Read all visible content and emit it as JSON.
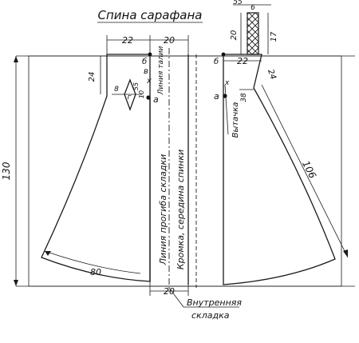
{
  "title": "Спина сарафана",
  "labels": {
    "fold_line": "Линия прогиба складки",
    "back_center_edge": "Кромка, середина спинки",
    "waist_line": "Линия талии",
    "dart": "Вытачка",
    "inner_fold_1": "Внутренняя",
    "inner_fold_2": "складка",
    "point_a_left": "а",
    "point_a_right": "а",
    "point_b_left": "б",
    "point_b_right": "б",
    "point_v": "в",
    "point_g": "г",
    "point_x": "х",
    "point_x_right": "х"
  },
  "dimensions": {
    "top_left_width": "22",
    "top_center_width": "20",
    "top_right_width": "22",
    "total_height": "130",
    "side_length": "106",
    "hem_arc": "80",
    "bottom_fold_width": "20",
    "strap_width": "6",
    "strap_top": "55",
    "strap_len": "20",
    "strap_height": "17",
    "left_shoulder_drop": "24",
    "right_shoulder_drop": "24",
    "dart_width": "8",
    "dart_depth_a": "55",
    "dart_depth_b": "10",
    "dart_right": "38"
  }
}
